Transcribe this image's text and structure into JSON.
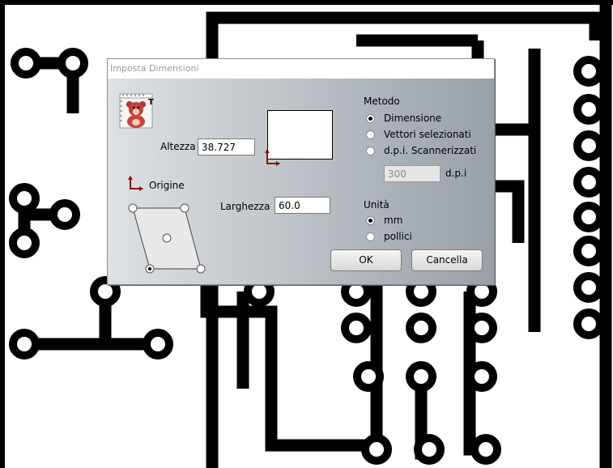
{
  "dialog": {
    "title": "Imposta Dimensioni",
    "altezza_label": "Altezza",
    "altezza_value": "38.727",
    "larghezza_label": "Larghezza",
    "larghezza_value": "60.0",
    "origine_label": "Origine",
    "metodo": {
      "heading": "Metodo",
      "options": [
        {
          "label": "Dimensione",
          "selected": true
        },
        {
          "label": "Vettori selezionati",
          "selected": false
        },
        {
          "label": "d.p.i. Scannerizzati",
          "selected": false
        }
      ],
      "dpi_value": "300",
      "dpi_label": "d.p.i"
    },
    "unita": {
      "heading": "Unità",
      "options": [
        {
          "label": "mm",
          "selected": true
        },
        {
          "label": "pollici",
          "selected": false
        }
      ]
    },
    "ok_label": "OK",
    "cancel_label": "Cancella"
  },
  "icons": {
    "app": "teddy-bear-ruler-icon",
    "origin_arrow": "origin-axes-icon",
    "corner": "corner-axes-icon"
  },
  "colors": {
    "trace": "#000000",
    "origin_arrow": "#8b1010",
    "background": "#ffffff"
  }
}
